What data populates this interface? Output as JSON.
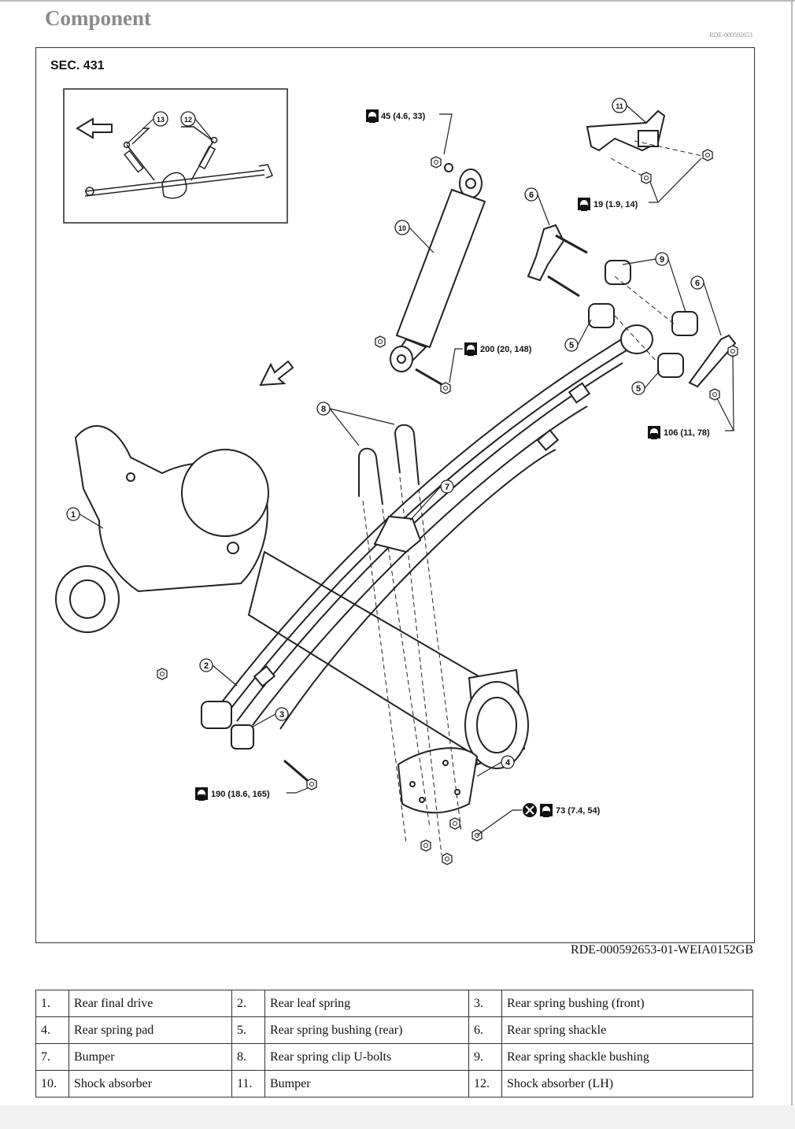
{
  "header": {
    "title": "Component",
    "doc_code": "RDE-000592653"
  },
  "figure": {
    "section": "SEC. 431",
    "caption": "RDE-000592653-01-WEIA0152GB",
    "torques": {
      "t45": "45 (4.6, 33)",
      "t19": "19 (1.9, 14)",
      "t200": "200 (20, 148)",
      "t106": "106 (11, 78)",
      "t190": "190 (18.6, 165)",
      "t73": "73 (7.4, 54)"
    },
    "callouts": [
      "1",
      "2",
      "3",
      "4",
      "5",
      "6",
      "7",
      "8",
      "9",
      "10",
      "11",
      "12",
      "13"
    ]
  },
  "parts": [
    {
      "num": "1.",
      "name": "Rear final drive"
    },
    {
      "num": "2.",
      "name": "Rear leaf spring"
    },
    {
      "num": "3.",
      "name": "Rear spring bushing (front)"
    },
    {
      "num": "4.",
      "name": "Rear spring pad"
    },
    {
      "num": "5.",
      "name": "Rear spring bushing (rear)"
    },
    {
      "num": "6.",
      "name": "Rear spring shackle"
    },
    {
      "num": "7.",
      "name": "Bumper"
    },
    {
      "num": "8.",
      "name": "Rear spring clip U-bolts"
    },
    {
      "num": "9.",
      "name": "Rear spring shackle bushing"
    },
    {
      "num": "10.",
      "name": "Shock absorber"
    },
    {
      "num": "11.",
      "name": "Bumper"
    },
    {
      "num": "12.",
      "name": "Shock absorber (LH)"
    }
  ]
}
